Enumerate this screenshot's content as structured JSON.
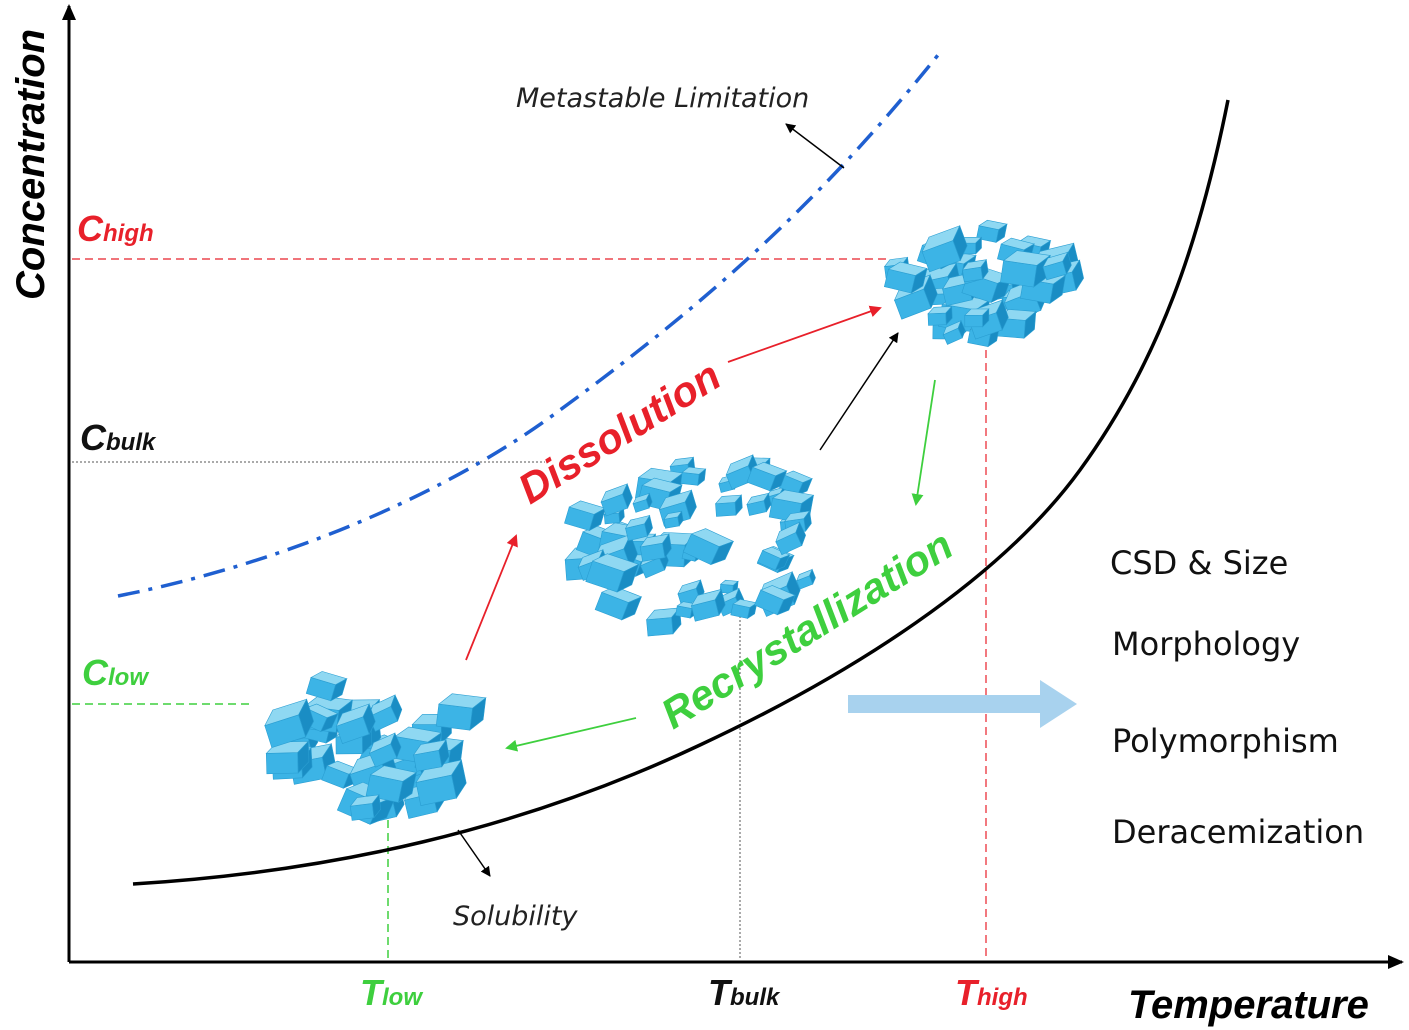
{
  "axes": {
    "y_label": "Concentration",
    "x_label": "Temperature"
  },
  "concentration_levels": {
    "high": {
      "main": "C",
      "sub": "high",
      "color": "#e8202a"
    },
    "bulk": {
      "main": "C",
      "sub": "bulk",
      "color": "#111111"
    },
    "low": {
      "main": "C",
      "sub": "low",
      "color": "#3ecf3e"
    }
  },
  "temperature_levels": {
    "low": {
      "main": "T",
      "sub": "low",
      "color": "#3ecf3e"
    },
    "bulk": {
      "main": "T",
      "sub": "bulk",
      "color": "#111111"
    },
    "high": {
      "main": "T",
      "sub": "high",
      "color": "#e8202a"
    }
  },
  "curves": {
    "metastable": {
      "label": "Metastable Limitation",
      "color": "#1f5fd0"
    },
    "solubility": {
      "label": "Solubility",
      "color": "#000000"
    }
  },
  "processes": {
    "dissolution": {
      "label": "Dissolution",
      "color": "#e8202a"
    },
    "recrystallization": {
      "label": "Recrystallization",
      "color": "#3ecf3e"
    }
  },
  "outcomes": [
    "CSD & Size",
    "Morphology",
    "Polymorphism",
    "Deracemization"
  ],
  "colors": {
    "crystal_light": "#8fd8f2",
    "crystal_mid": "#3cb4e6",
    "crystal_dark": "#1a8dc4",
    "big_arrow": "#a8d2ee"
  }
}
